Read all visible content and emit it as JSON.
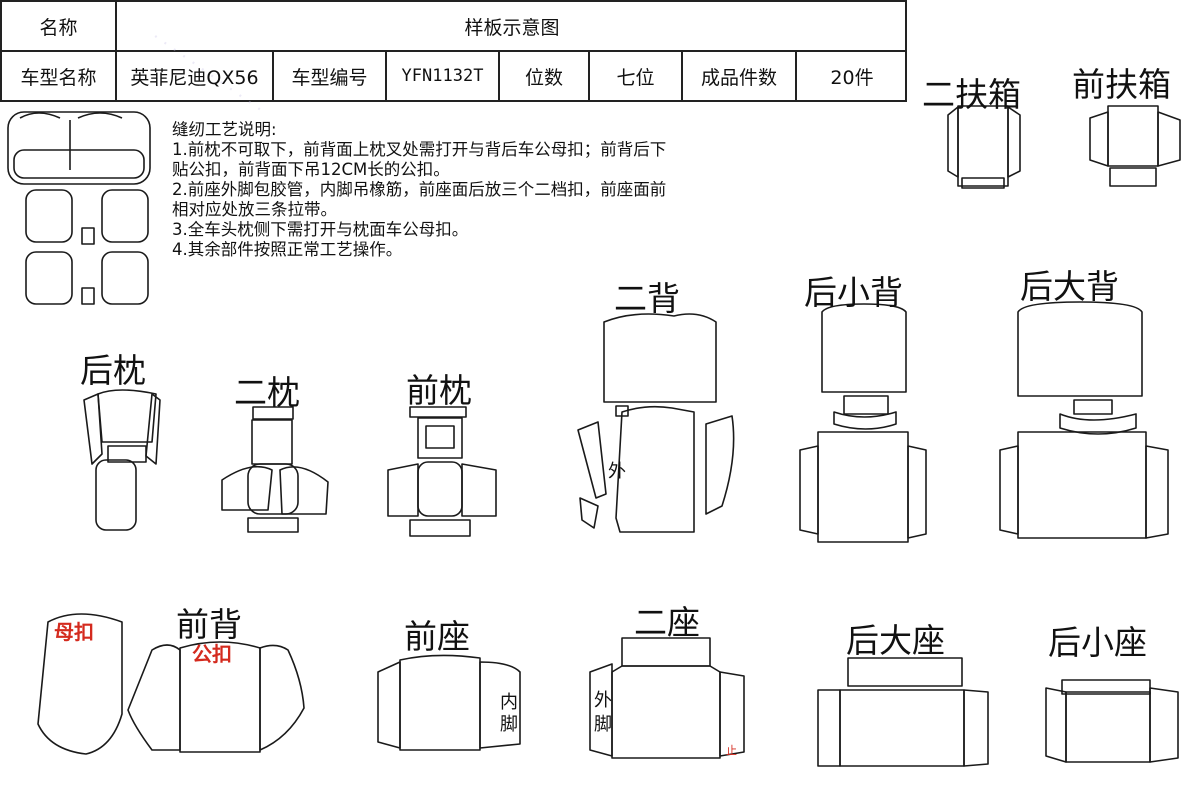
{
  "header": {
    "name_label": "名称",
    "name_value": "样板示意图",
    "model_label": "车型名称",
    "model_value": "英菲尼迪QX56",
    "code_label": "车型编号",
    "code_value": "YFN1132T",
    "seats_label": "位数",
    "seats_value": "七位",
    "pieces_label": "成品件数",
    "pieces_value": "20件"
  },
  "notes": {
    "title": "缝纫工艺说明:",
    "lines": [
      "1.前枕不可取下，前背面上枕叉处需打开与背后车公母扣；前背后下",
      "贴公扣，前背面下吊12CM长的公扣。",
      "2.前座外脚包胶管，内脚吊橡筋，前座面后放三个二档扣，前座面前",
      "相对应处放三条拉带。",
      "3.全车头枕侧下需打开与枕面车公母扣。",
      "4.其余部件按照正常工艺操作。"
    ]
  },
  "pieces": {
    "er_fuxiang": "二扶箱",
    "qian_fuxiang": "前扶箱",
    "er_bei": "二背",
    "hou_xiaobei": "后小背",
    "hou_dabei": "后大背",
    "hou_zhen": "后枕",
    "er_zhen": "二枕",
    "qian_zhen": "前枕",
    "qian_bei": "前背",
    "qian_zuo": "前座",
    "er_zuo": "二座",
    "hou_dazuo": "后大座",
    "hou_xiaozuo": "后小座"
  },
  "marks": {
    "mu_kou": "母扣",
    "gong_kou": "公扣",
    "wai": "外",
    "wai_jiao_1": "外",
    "wai_jiao_2": "脚",
    "nei_jiao_1": "内",
    "nei_jiao_2": "脚",
    "zhi": "止"
  },
  "colors": {
    "line": "#1a1a1a",
    "accent_red": "#d42a1e",
    "watermark": "#c9c4e8"
  }
}
